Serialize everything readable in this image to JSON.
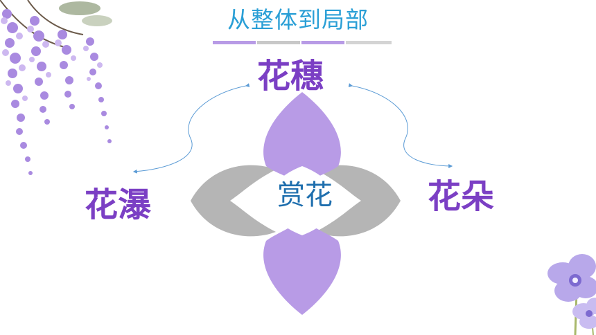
{
  "slide": {
    "title": "从整体到局部",
    "center": "赏花",
    "top": "花穗",
    "left": "花瀑",
    "right": "花朵"
  },
  "colors": {
    "title": "#2a9fd6",
    "label": "#7b3fc4",
    "center_text": "#1f6fae",
    "petal_purple": "#b89be6",
    "petal_gray": "#b5b5b5",
    "arrow": "#5b9bd5"
  }
}
